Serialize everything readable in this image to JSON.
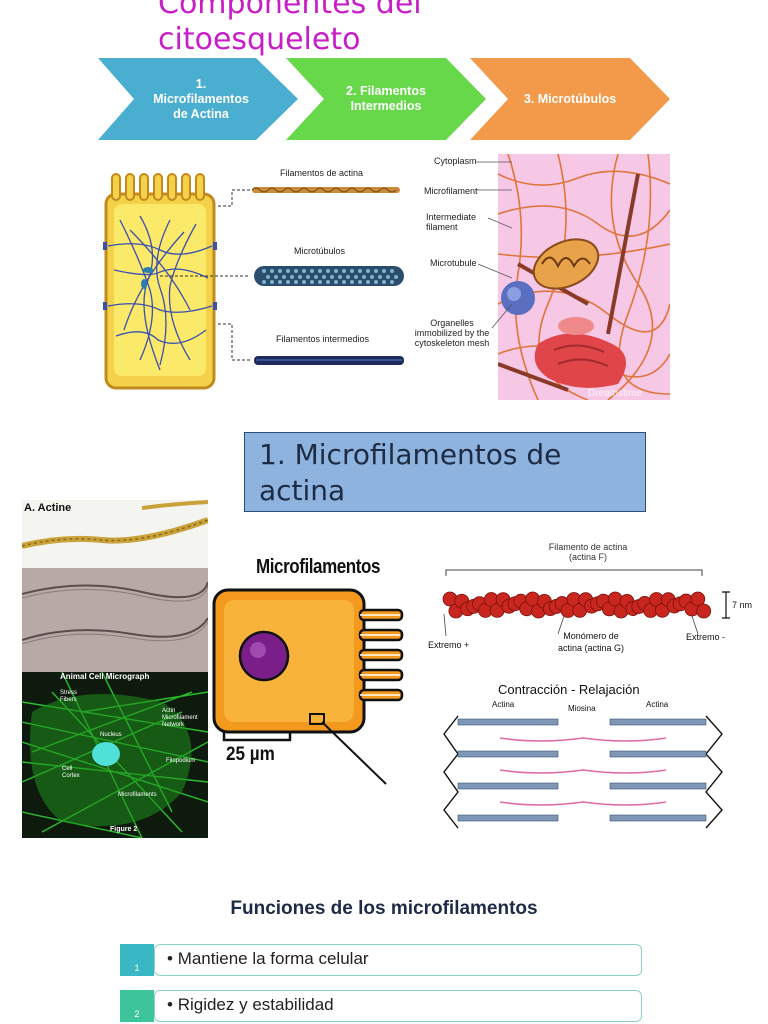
{
  "title": "Componentes del citoesqueleto",
  "chevrons": [
    {
      "line1": "1.",
      "line2": "Microfilamentos",
      "line3": "de Actina",
      "color": "#4aaed0"
    },
    {
      "line1": "2. Filamentos",
      "line2": "Intermedios",
      "line3": "",
      "color": "#66d84a"
    },
    {
      "line1": "3. Microtúbulos",
      "line2": "",
      "line3": "",
      "color": "#f29a4a"
    }
  ],
  "figure1": {
    "actina_label": "Filamentos de actina",
    "micro_label": "Microtúbulos",
    "inter_label": "Filamentos intermedios"
  },
  "figure2": {
    "cytoplasm": "Cytoplasm",
    "microfilament": "Microfilament",
    "intermediate": "Intermediate filament",
    "microtubule": "Microtubule",
    "organelles": "Organelles immobilized by the cytoskeleton mesh",
    "watermark": "Dreamstime"
  },
  "section": {
    "title": "1. Microfilamentos de actina"
  },
  "micrograph": {
    "header": "A. Actine",
    "title": "Animal Cell Micrograph",
    "stress": "Stress Fibers",
    "actin_net": "Actin Microfilament Network",
    "nucleus": "Nucleus",
    "cortex": "Cell Cortex",
    "filopodium": "Filopodium",
    "microfilaments": "Microfilaments",
    "figure": "Figure 2"
  },
  "cell": {
    "title": "Microfilamentos",
    "scale": "25 µm"
  },
  "filament": {
    "title1": "Filamento de actina",
    "title2": "(actina F)",
    "size": "7 nm",
    "plus": "Extremo +",
    "minus": "Extremo -",
    "mono1": "Monómero de",
    "mono2": "actina (actina G)"
  },
  "contraction": {
    "title": "Contracción - Relajación",
    "actina_l": "Actina",
    "miosina": "Miosina",
    "actina_r": "Actina"
  },
  "functions": {
    "title": "Funciones de los microfilamentos",
    "items": [
      {
        "num": "1",
        "text": "Mantiene la forma celular",
        "color": "#3ab7c4"
      },
      {
        "num": "2",
        "text": "Rigidez y estabilidad",
        "color": "#3ec49b"
      }
    ]
  }
}
